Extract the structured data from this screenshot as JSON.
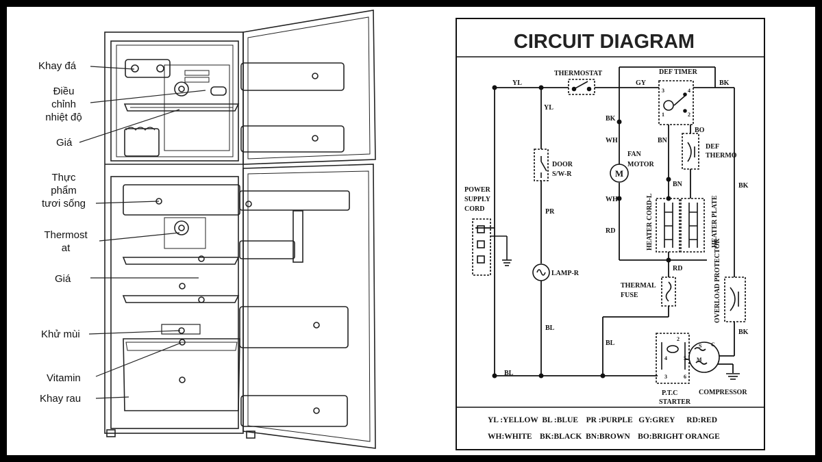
{
  "fridge_labels": {
    "ice_tray": "Khay đá",
    "temp_control": [
      "Điều",
      "chỉnh",
      "nhiệt độ"
    ],
    "shelf_top": "Giá",
    "fresh_food": [
      "Thực",
      "phẩm",
      "tươi sống"
    ],
    "thermostat": [
      "Thermost",
      "at"
    ],
    "shelf_mid": "Giá",
    "deodorizer": "Khử mùi",
    "vitamin": "Vitamin",
    "vegetable_tray": "Khay rau"
  },
  "circuit": {
    "title": "CIRCUIT DIAGRAM",
    "components": {
      "thermostat": "THERMOSTAT",
      "def_timer": "DEF TIMER",
      "door_switch": [
        "DOOR",
        "S/W-R"
      ],
      "fan_motor": [
        "FAN",
        "MOTOR"
      ],
      "def_thermo": [
        "DEF",
        "THERMO"
      ],
      "power_cord": [
        "POWER",
        "SUPPLY",
        "CORD"
      ],
      "lamp": "LAMP-R",
      "heater_cord": "HEATER CORD-L",
      "heater_plate": "HEATER PLATE",
      "thermal_fuse": [
        "THERMAL",
        "FUSE"
      ],
      "overload_protector": "OVERLOAD PROTECTOR",
      "ptc_starter": [
        "P.T.C",
        "STARTER"
      ],
      "compressor": "COMPRESSOR",
      "motor_symbol": "M",
      "compressor_pins": [
        "S",
        "C",
        "M"
      ],
      "timer_pins": [
        "3",
        "4",
        "1",
        "2"
      ],
      "ptc_pins": [
        "2",
        "4",
        "5",
        "3",
        "6"
      ]
    },
    "wire_labels": {
      "yl_top": "YL",
      "yl_vertical": "YL",
      "gy": "GY",
      "bk_top": "BK",
      "bk_fan": "BK",
      "wh_fan": "WH",
      "bn_deft": "BN",
      "bo": "BO",
      "bn_heater": "BN",
      "bk_right": "BK",
      "pr": "PR",
      "wh_lower": "WH",
      "rd_left": "RD",
      "rd_heater": "RD",
      "bl_mid": "BL",
      "bl_comp": "BL",
      "bk_comp": "BK",
      "bl_bottom": "BL"
    },
    "legend_rows": [
      "YL :YELLOW  BL :BLUE    PR :PURPLE   GY:GREY      RD:RED",
      "WH:WHITE    BK:BLACK  BN:BROWN    BO:BRIGHT ORANGE"
    ]
  }
}
